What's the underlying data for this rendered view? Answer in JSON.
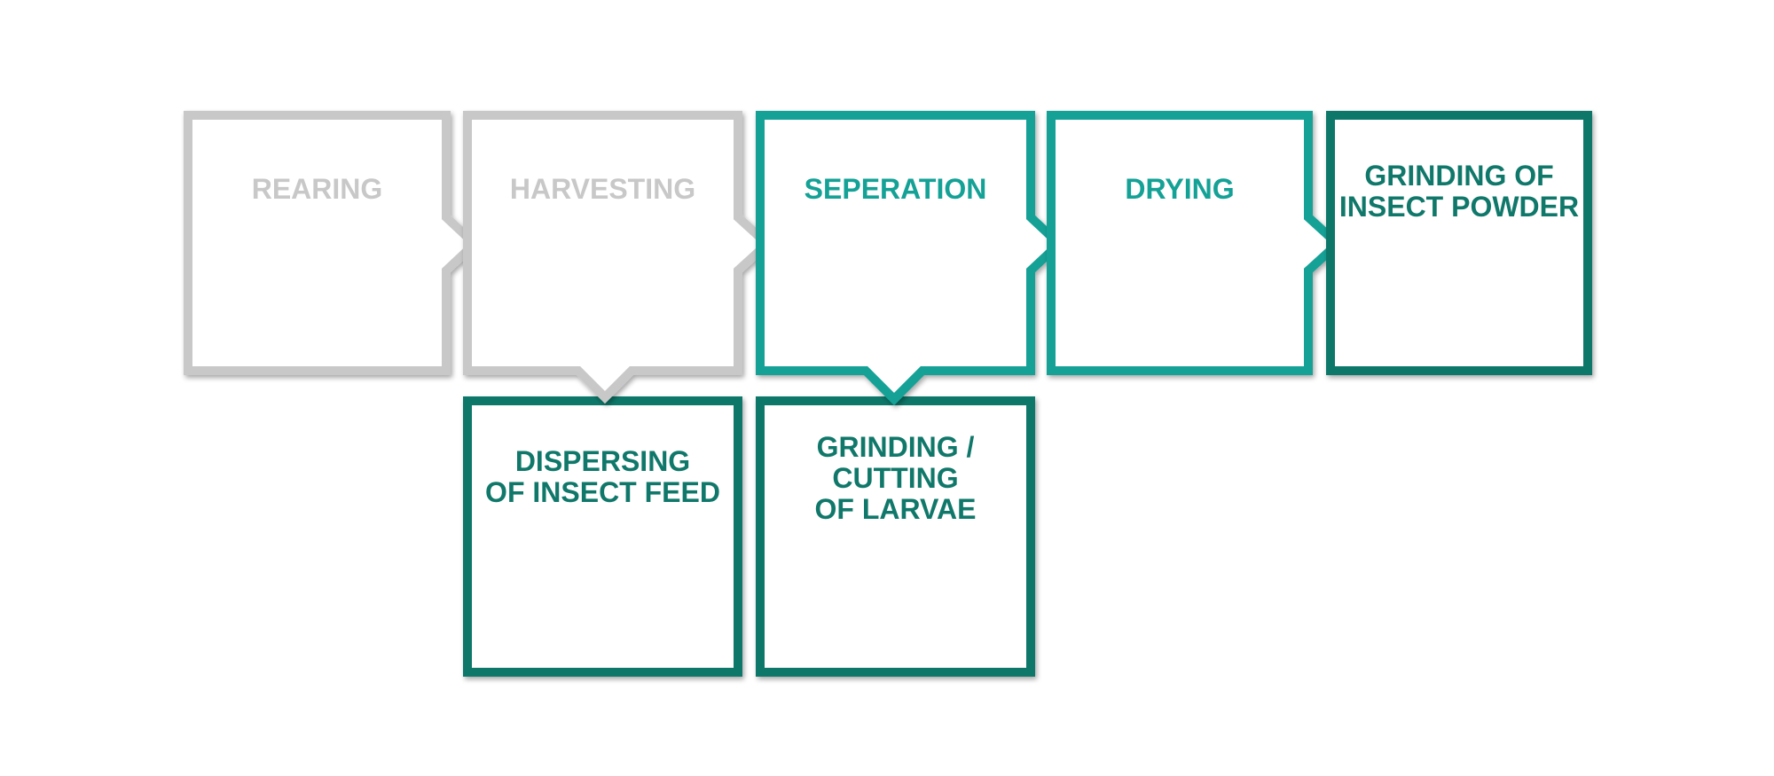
{
  "colors": {
    "inactive": "#c8c8c8",
    "teal": "#14a196",
    "dark_teal": "#10786a",
    "background": "#ffffff"
  },
  "steps": {
    "rearing": {
      "label": "REARING",
      "state": "inactive"
    },
    "harvesting": {
      "label": "HARVESTING",
      "state": "inactive"
    },
    "seperation": {
      "label": "SEPERATION",
      "state": "active"
    },
    "drying": {
      "label": "DRYING",
      "state": "active"
    },
    "grinding_powder": {
      "label": "GRINDING OF\nINSECT POWDER",
      "state": "final"
    },
    "dispersing": {
      "label": "DISPERSING\nOF INSECT FEED",
      "state": "branch"
    },
    "grinding_larvae": {
      "label": "GRINDING /\nCUTTING\nOF LARVAE",
      "state": "branch"
    }
  }
}
